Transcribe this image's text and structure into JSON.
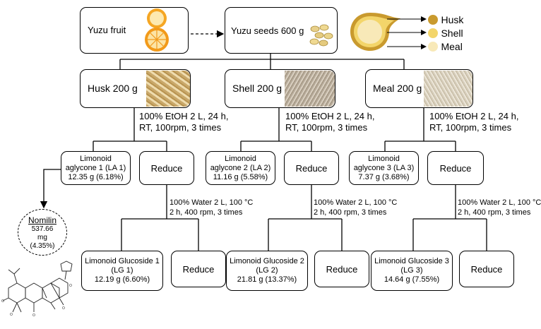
{
  "top": {
    "fruit_label": "Yuzu fruit",
    "seeds_label": "Yuzu seeds 600 g"
  },
  "legend": {
    "items": [
      {
        "label": "Husk",
        "color": "#c99a2e"
      },
      {
        "label": "Shell",
        "color": "#f3d56a"
      },
      {
        "label": "Meal",
        "color": "#f8e9b8"
      }
    ]
  },
  "parts": [
    {
      "label": "Husk 200 g",
      "extraction": [
        "100% EtOH 2 L, 24 h,",
        "RT, 100rpm, 3 times"
      ],
      "aglycone": [
        "Limonoid",
        "aglycone 1 (LA 1)",
        "12.35 g (6.18%)"
      ],
      "reduce": "Reduce",
      "water": [
        "100% Water 2 L, 100 °C",
        "2 h, 400 rpm, 3 times"
      ],
      "glucoside": [
        "Limonoid Glucoside 1",
        "(LG 1)",
        "12.19 g (6.60%)"
      ],
      "reduce2": "Reduce"
    },
    {
      "label": "Shell 200 g",
      "extraction": [
        "100% EtOH 2 L, 24 h,",
        "RT, 100rpm, 3 times"
      ],
      "aglycone": [
        "Limonoid",
        "aglycone 2 (LA 2)",
        "11.16 g (5.58%)"
      ],
      "reduce": "Reduce",
      "water": [
        "100% Water 2 L, 100 °C",
        "2 h, 400 rpm, 3 times"
      ],
      "glucoside": [
        "Limonoid Glucoside 2",
        "(LG 2)",
        "21.81 g (13.37%)"
      ],
      "reduce2": "Reduce"
    },
    {
      "label": "Meal 200 g",
      "extraction": [
        "100% EtOH 2 L, 24 h,",
        "RT, 100rpm, 3 times"
      ],
      "aglycone": [
        "Limonoid",
        "aglycone 3 (LA 3)",
        "7.37 g (3.68%)"
      ],
      "reduce": "Reduce",
      "water": [
        "100% Water 2 L, 100 °C",
        "2 h, 400 rpm, 3 times"
      ],
      "glucoside": [
        "Limonoid Glucoside 3",
        "(LG 3)",
        "14.64 g (7.55%)"
      ],
      "reduce2": "Reduce"
    }
  ],
  "nomilin": {
    "name": "Nomilin",
    "lines": [
      "537.66",
      "mg",
      "(4.35%)"
    ]
  }
}
